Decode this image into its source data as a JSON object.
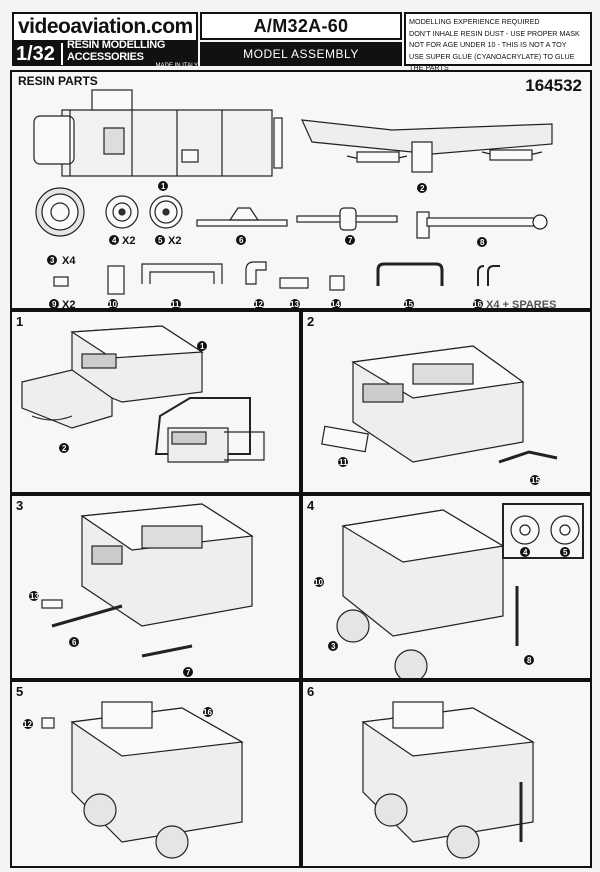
{
  "header": {
    "brand": "videoaviation.com",
    "scale": "1/32",
    "range": "RESIN MODELLING ACCESSORIES",
    "made_in": "MADE IN ITALY",
    "title": "A/M32A-60 GENERATOR",
    "subtitle": "MODEL ASSEMBLY INSTRUCTIONS",
    "warnings": [
      "MODELLING EXPERIENCE REQUIRED",
      "DON'T INHALE RESIN DUST - USE PROPER MASK",
      "NOT FOR AGE UNDER 10 - THIS IS NOT A TOY",
      "USE SUPER GLUE (CYANOACRYLATE) TO GLUE THE PARTS"
    ]
  },
  "parts_panel": {
    "label": "RESIN PARTS",
    "catalog_number": "164532",
    "quantities": {
      "p3": "X4",
      "p4": "X2",
      "p5": "X2",
      "p9": "X2",
      "p16": "X4 + SPARES"
    }
  },
  "parts": [
    "1",
    "2",
    "3",
    "4",
    "5",
    "6",
    "7",
    "8",
    "9",
    "10",
    "11",
    "12",
    "13",
    "14",
    "15",
    "16"
  ],
  "steps": [
    {
      "number": "1",
      "parts": [
        "1",
        "2"
      ]
    },
    {
      "number": "2",
      "parts": [
        "11",
        "15"
      ]
    },
    {
      "number": "3",
      "parts": [
        "13",
        "6",
        "7"
      ]
    },
    {
      "number": "4",
      "parts": [
        "10",
        "3",
        "4",
        "5",
        "8"
      ]
    },
    {
      "number": "5",
      "parts": [
        "12",
        "16"
      ]
    },
    {
      "number": "6",
      "parts": []
    }
  ]
}
